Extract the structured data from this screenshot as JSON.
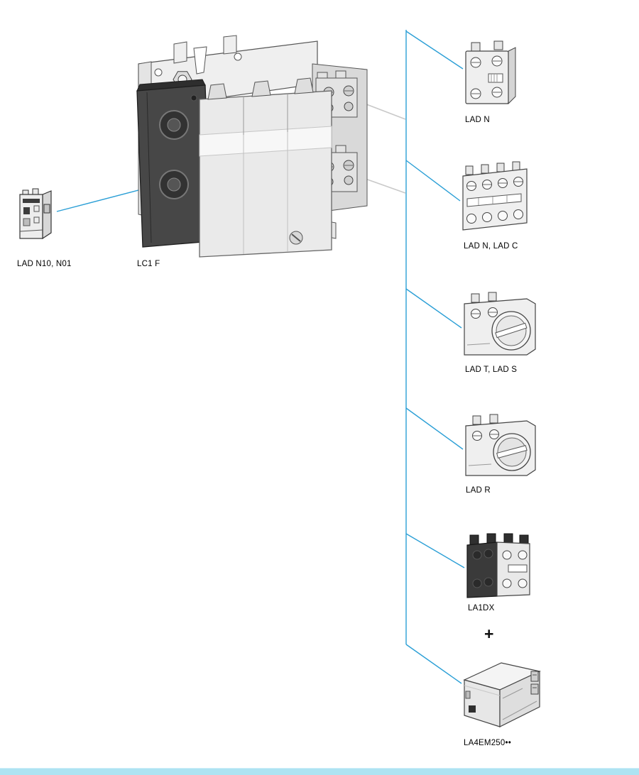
{
  "diagram": {
    "type": "product-accessory-diagram",
    "left_module": {
      "label": "LAD N10, N01"
    },
    "contactor": {
      "label": "LC1 F"
    },
    "accessories": [
      {
        "label": "LAD N"
      },
      {
        "label": "LAD N, LAD C"
      },
      {
        "label": "LAD T, LAD S"
      },
      {
        "label": "LAD R"
      },
      {
        "label": "LA1DX"
      },
      {
        "label": "LA4EM250••"
      }
    ],
    "plus_symbol": "+",
    "colors": {
      "connector_blue": "#2b9fd6",
      "connector_gray": "#c9c9c9",
      "footer_bar": "#aee3f2",
      "product_light_gray": "#ededed",
      "product_dark_gray": "#3f3f3f"
    }
  }
}
